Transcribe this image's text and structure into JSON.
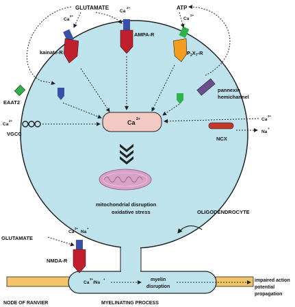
{
  "labels": {
    "glutamate_top": "GLUTAMATE",
    "atp": "ATP",
    "kainate_r": "kainate-R",
    "ampa_r": "AMPA-R",
    "p2x7_r_main": "P",
    "p2x7_r_sub2": "2",
    "p2x7_r_x": "X",
    "p2x7_r_sub7": "7",
    "p2x7_r_tail": "-R",
    "eaat2": "EAAT2",
    "pannexin_line1": "pannexin",
    "pannexin_line2": "hemichannel",
    "vgcc": "VGCC",
    "ncx": "NCX",
    "mito_line1": "mitochondrial disruption",
    "mito_line2": "oxidative stress",
    "oligodendrocyte": "OLIGODENDROCYTE",
    "glutamate_bottom": "GLUTAMATE",
    "nmda_r": "NMDA-R",
    "myelin_line1": "myelin",
    "myelin_line2": "disruption",
    "impaired_line1": "impaired action",
    "impaired_line2": "potential",
    "impaired_line3": "propagation",
    "node_of_ranvier": "NODE OF RANVIER",
    "myelinating_process": "MYELINATING PROCESS"
  },
  "ions": {
    "ca": "Ca",
    "ca_charge": "2+",
    "na": "Na",
    "na_charge": "+",
    "ca_na_slash": "/Na",
    "center_ca": "Ca"
  },
  "colors": {
    "cell_fill": "#bfe3ec",
    "cell_stroke": "#222222",
    "calcium_pool": "#f3c9c4",
    "kainate_receptor": "#c21f2e",
    "ampa_receptor": "#c21f2e",
    "p2x7_receptor": "#f39c1f",
    "channel_blue": "#3a4fa8",
    "channel_green": "#2fb24a",
    "eaat2_green": "#2fb24a",
    "pannexin_purple": "#6a4f8f",
    "ncx_red": "#c0392b",
    "axon_yellow": "#f3c56a",
    "mitochondrion": "#d9a0c8"
  },
  "icons": {
    "vgcc": "channel-rings-icon",
    "mitochondrion": "mitochondrion-icon",
    "chevrons": "chevron-down-icon"
  }
}
